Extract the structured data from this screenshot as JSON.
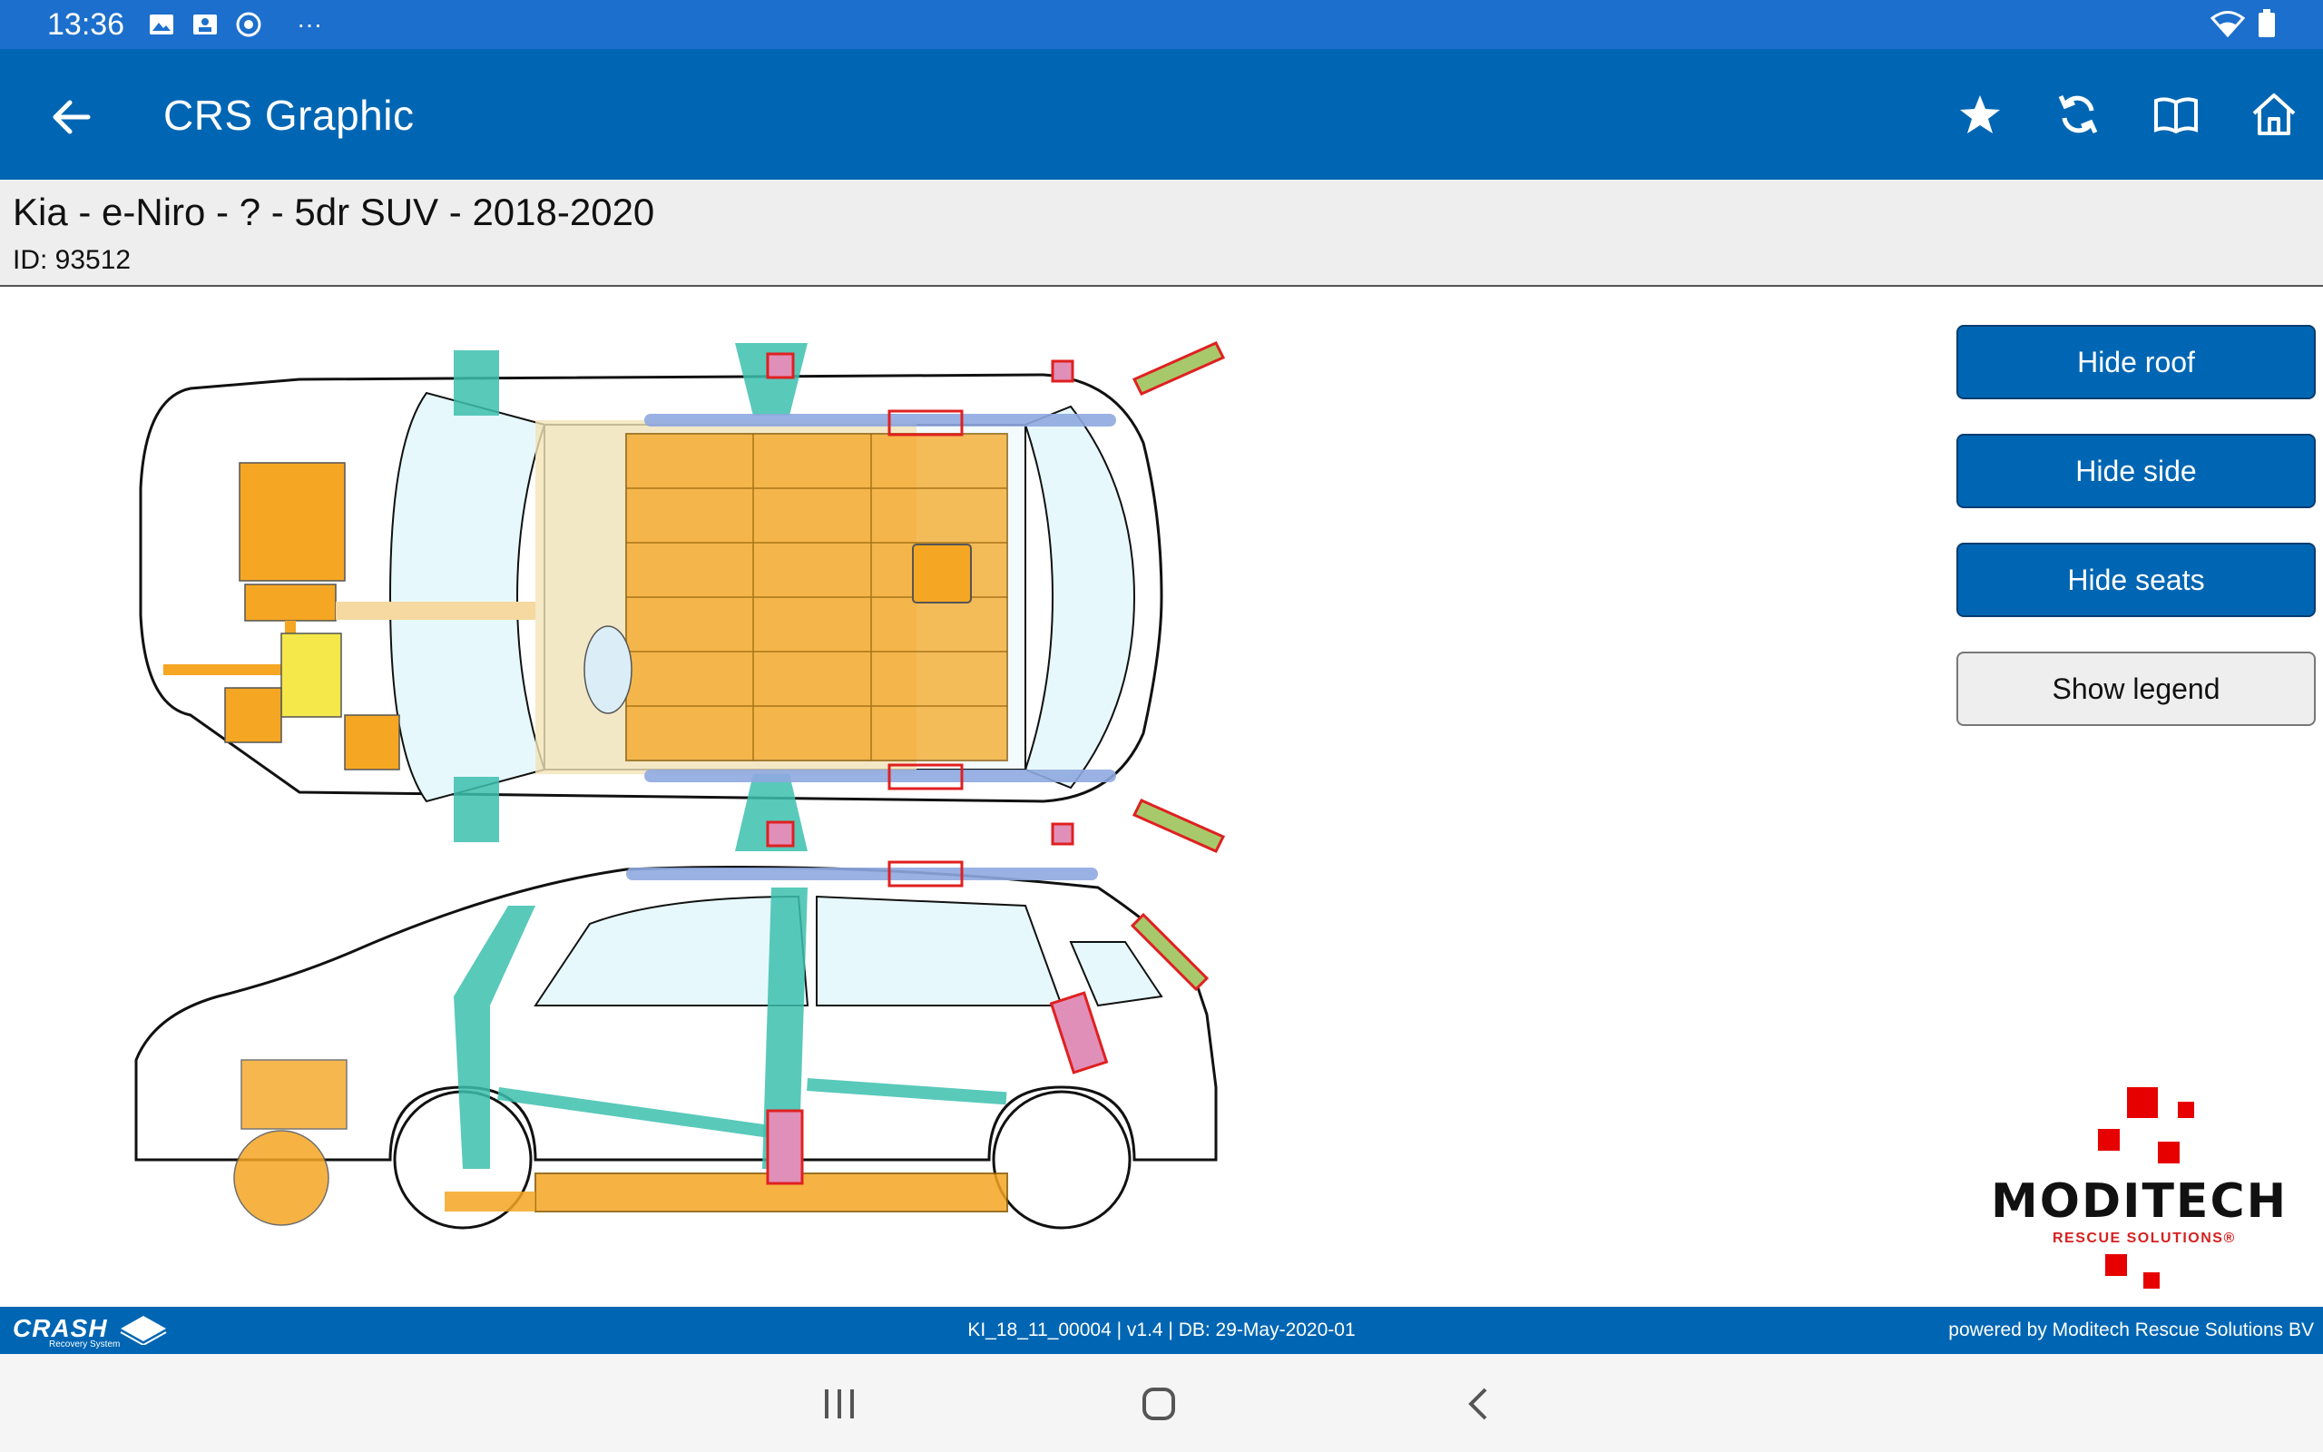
{
  "status_bar": {
    "time": "13:36",
    "overflow": "···",
    "icons": [
      "gallery-icon",
      "image-icon",
      "chrome-icon"
    ],
    "right_icons": [
      "wifi-icon",
      "battery-icon"
    ]
  },
  "app_bar": {
    "title": "CRS Graphic",
    "actions": [
      "star-icon",
      "refresh-icon",
      "book-icon",
      "home-icon"
    ]
  },
  "vehicle": {
    "name": "Kia - e-Niro - ? - 5dr SUV - 2018-2020",
    "id_text": "ID: 93512"
  },
  "buttons": {
    "hide_roof": "Hide roof",
    "hide_side": "Hide side",
    "hide_seats": "Hide seats",
    "show_legend": "Show legend"
  },
  "logo": {
    "name": "MODITECH",
    "tagline": "RESCUE SOLUTIONS®"
  },
  "footer": {
    "brand": "CRASH",
    "brand_sub": "Recovery System",
    "center": "KI_18_11_00004 | v1.4 | DB: 29-May-2020-01",
    "right": "powered by Moditech Rescue Solutions BV"
  },
  "colors": {
    "status_bar": "#1c6fcc",
    "app_bar": "#0066b3",
    "battery": "#f5a623",
    "structure": "#3cbfae",
    "airbag": "#8fa9e0",
    "hazard_outline": "#e02020"
  }
}
